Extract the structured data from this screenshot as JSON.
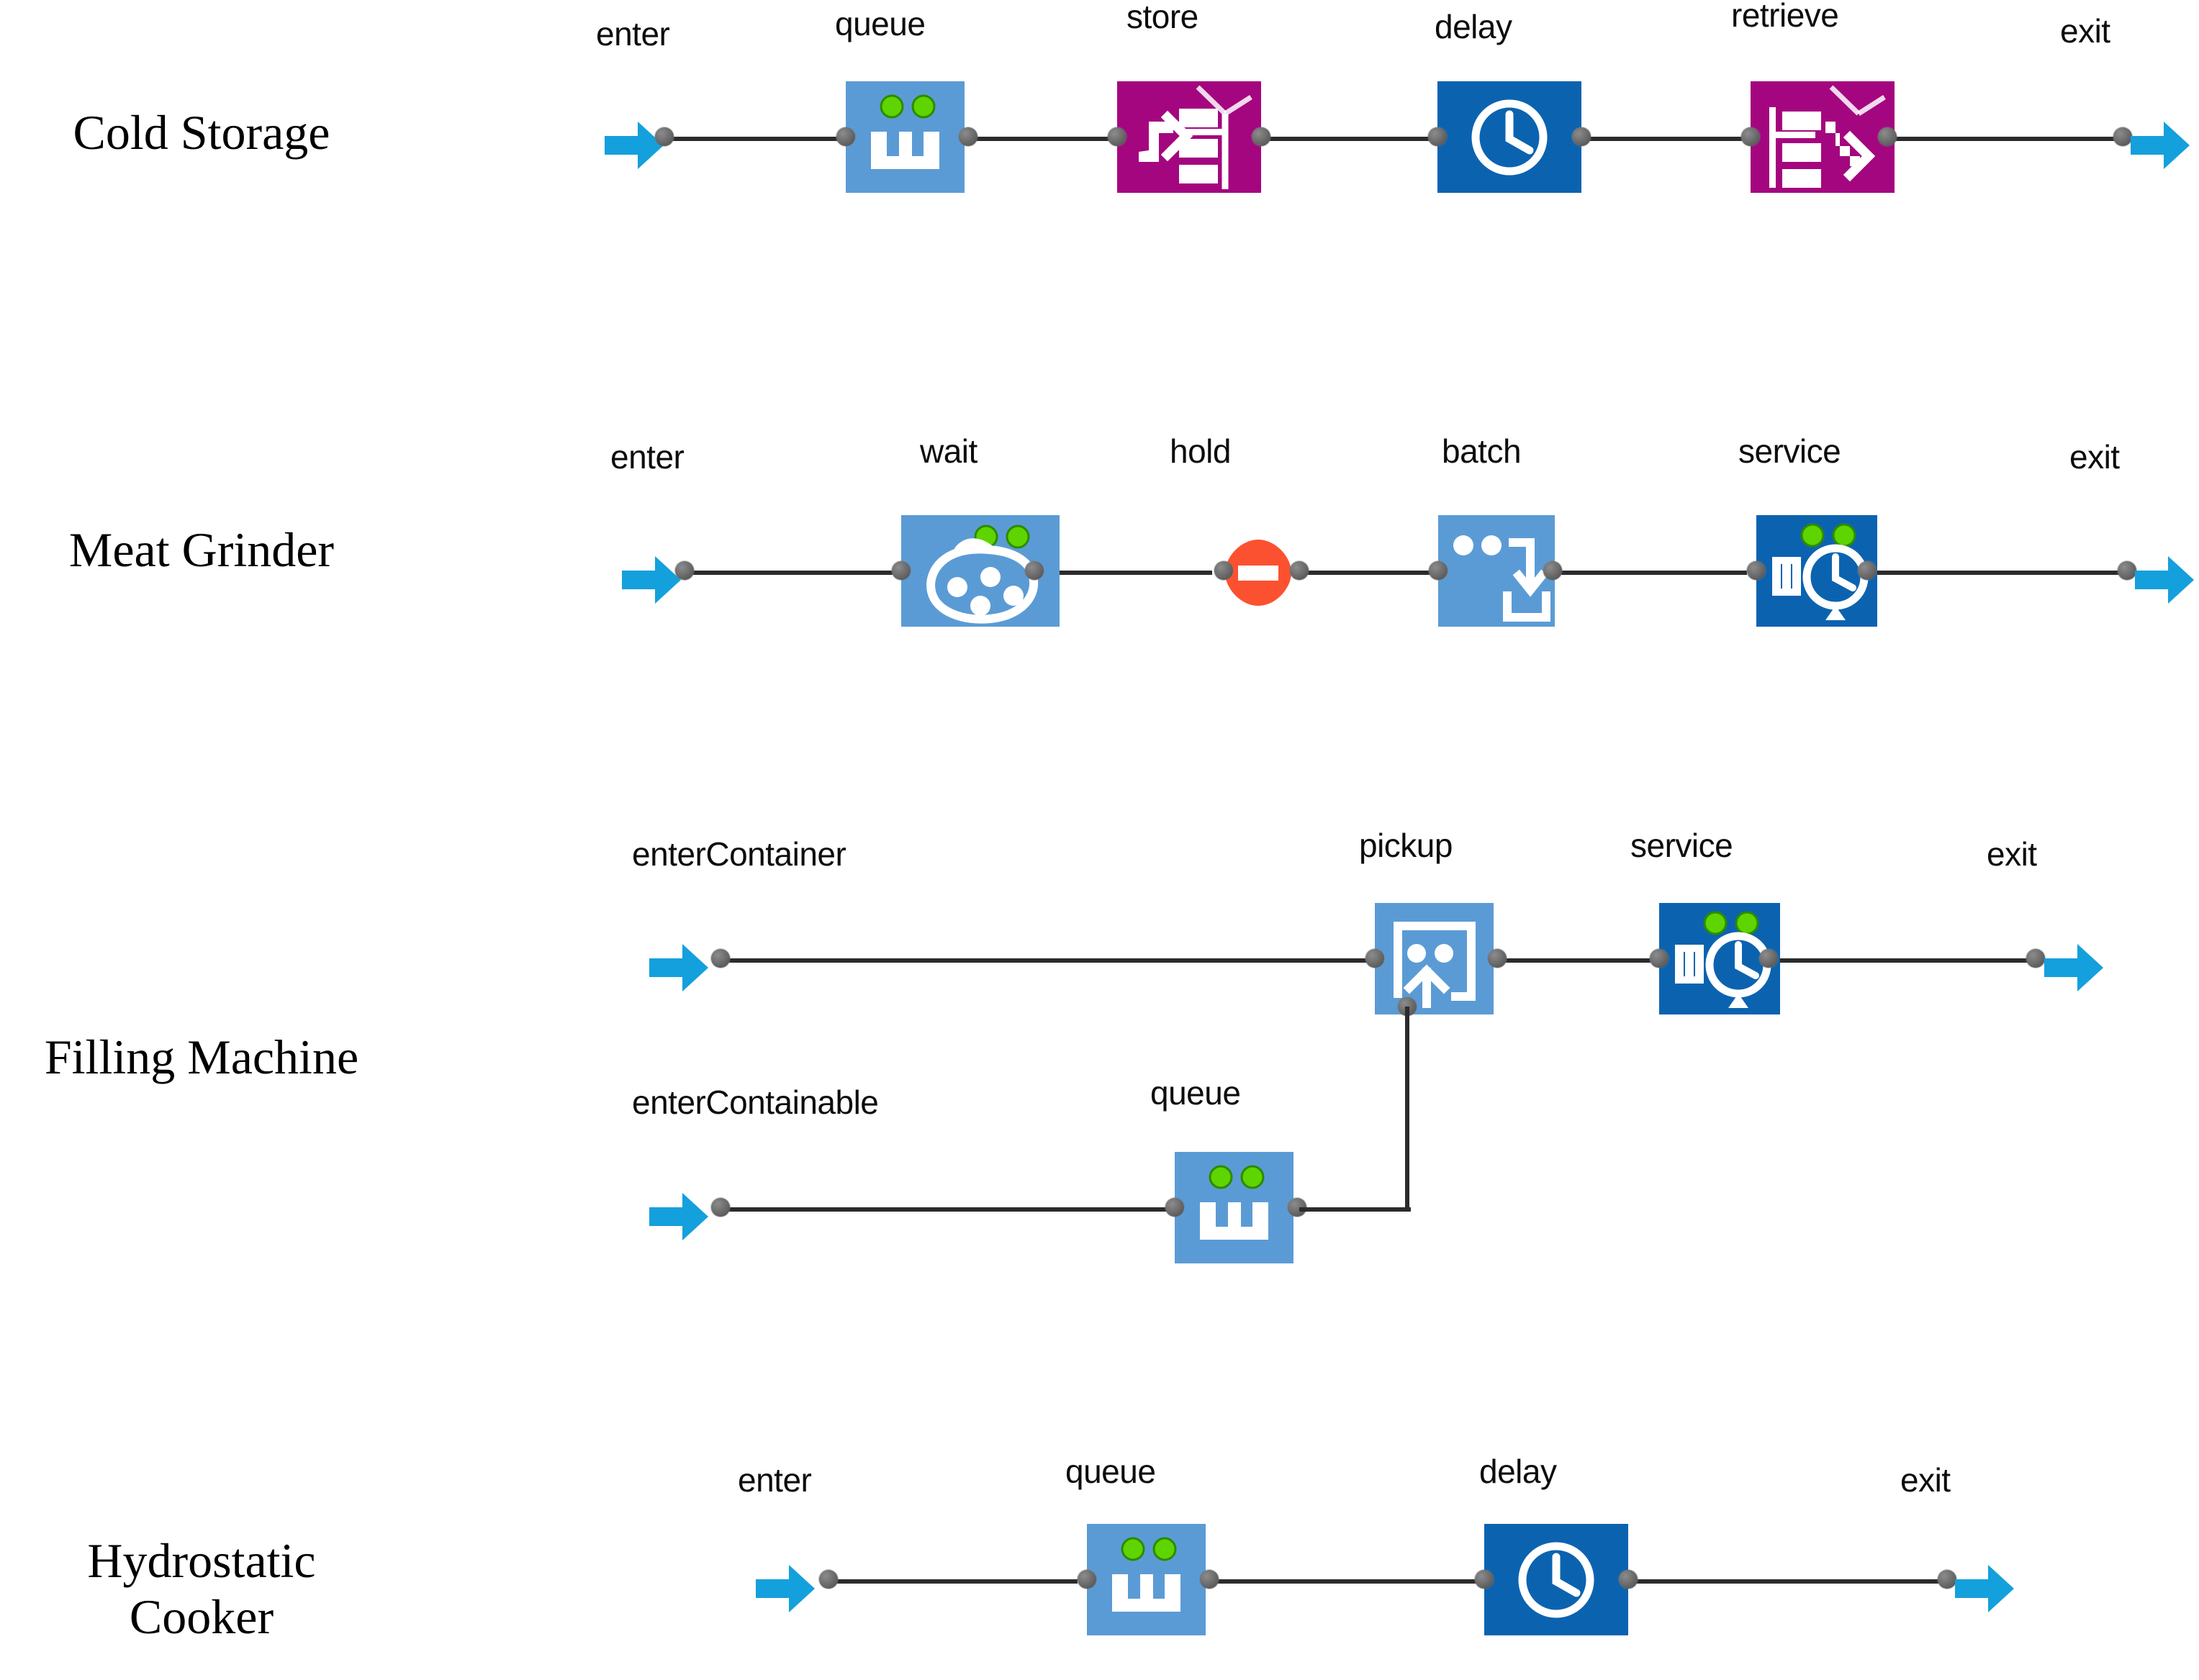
{
  "palette": {
    "light_blue": "#5b9bd5",
    "dark_blue": "#0b63b0",
    "magenta": "#a4067f",
    "orange_red": "#fc5130",
    "green_dot": "#5ed400",
    "arrow_blue": "#14a0dc",
    "wire": "#2b2b2b",
    "port_grey": "#6e6e6e",
    "label_text": "#0d0d0d",
    "row_label_text": "#000000",
    "background": "#ffffff"
  },
  "rows": [
    {
      "id": "cold-storage",
      "title": "Cold Storage",
      "nodes": [
        {
          "name": "enter",
          "kind": "enter-arrow"
        },
        {
          "name": "queue",
          "kind": "queue-block",
          "color": "light_blue"
        },
        {
          "name": "store",
          "kind": "store-block",
          "color": "magenta"
        },
        {
          "name": "delay",
          "kind": "delay-block",
          "color": "dark_blue"
        },
        {
          "name": "retrieve",
          "kind": "retrieve-block",
          "color": "magenta"
        },
        {
          "name": "exit",
          "kind": "exit-arrow"
        }
      ]
    },
    {
      "id": "meat-grinder",
      "title": "Meat Grinder",
      "nodes": [
        {
          "name": "enter",
          "kind": "enter-arrow"
        },
        {
          "name": "wait",
          "kind": "wait-block",
          "color": "light_blue"
        },
        {
          "name": "hold",
          "kind": "hold-block",
          "color": "orange_red"
        },
        {
          "name": "batch",
          "kind": "batch-block",
          "color": "light_blue"
        },
        {
          "name": "service",
          "kind": "service-block",
          "color": "dark_blue"
        },
        {
          "name": "exit",
          "kind": "exit-arrow"
        }
      ]
    },
    {
      "id": "filling-machine",
      "title": "Filling Machine",
      "nodes": [
        {
          "name": "enterContainer",
          "kind": "enter-arrow"
        },
        {
          "name": "pickup",
          "kind": "pickup-block",
          "color": "light_blue"
        },
        {
          "name": "service",
          "kind": "service-block",
          "color": "dark_blue"
        },
        {
          "name": "exit",
          "kind": "exit-arrow"
        },
        {
          "name": "enterContainable",
          "kind": "enter-arrow"
        },
        {
          "name": "queue",
          "kind": "queue-block",
          "color": "light_blue"
        }
      ]
    },
    {
      "id": "hydrostatic-cooker",
      "title": "Hydrostatic\nCooker",
      "nodes": [
        {
          "name": "enter",
          "kind": "enter-arrow"
        },
        {
          "name": "queue",
          "kind": "queue-block",
          "color": "light_blue"
        },
        {
          "name": "delay",
          "kind": "delay-block",
          "color": "dark_blue"
        },
        {
          "name": "exit",
          "kind": "exit-arrow"
        }
      ]
    }
  ]
}
